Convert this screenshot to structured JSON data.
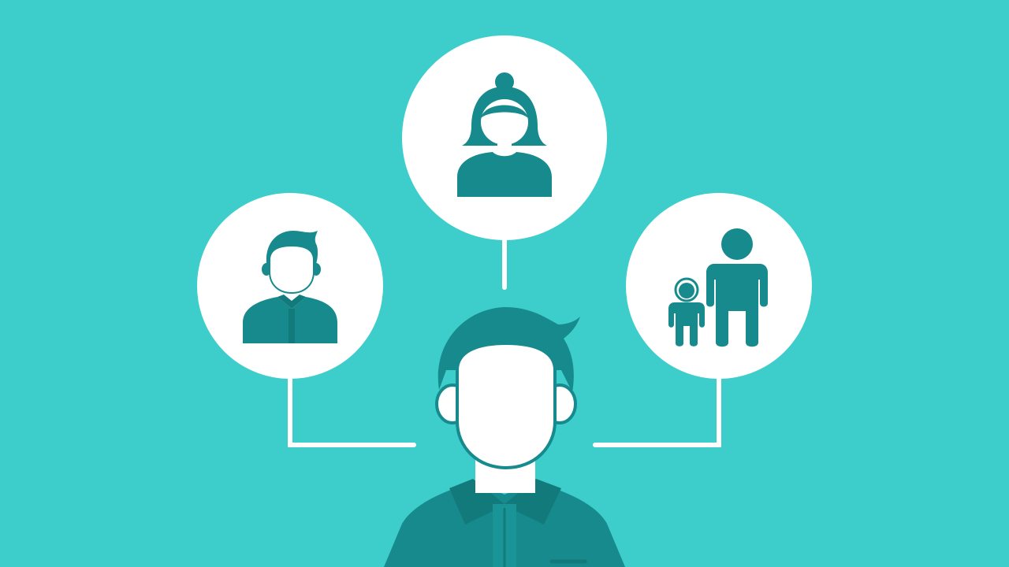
{
  "colors": {
    "background": "#3dcdcb",
    "figure": "#168a8c",
    "figure_shadow": "#137a7c",
    "circle": "#ffffff",
    "connector": "#ffffff"
  },
  "nodes": [
    {
      "id": "woman",
      "icon": "woman-icon"
    },
    {
      "id": "man",
      "icon": "man-icon"
    },
    {
      "id": "parent-child",
      "icon": "parent-child-icon"
    }
  ],
  "center": {
    "icon": "central-person-icon"
  }
}
